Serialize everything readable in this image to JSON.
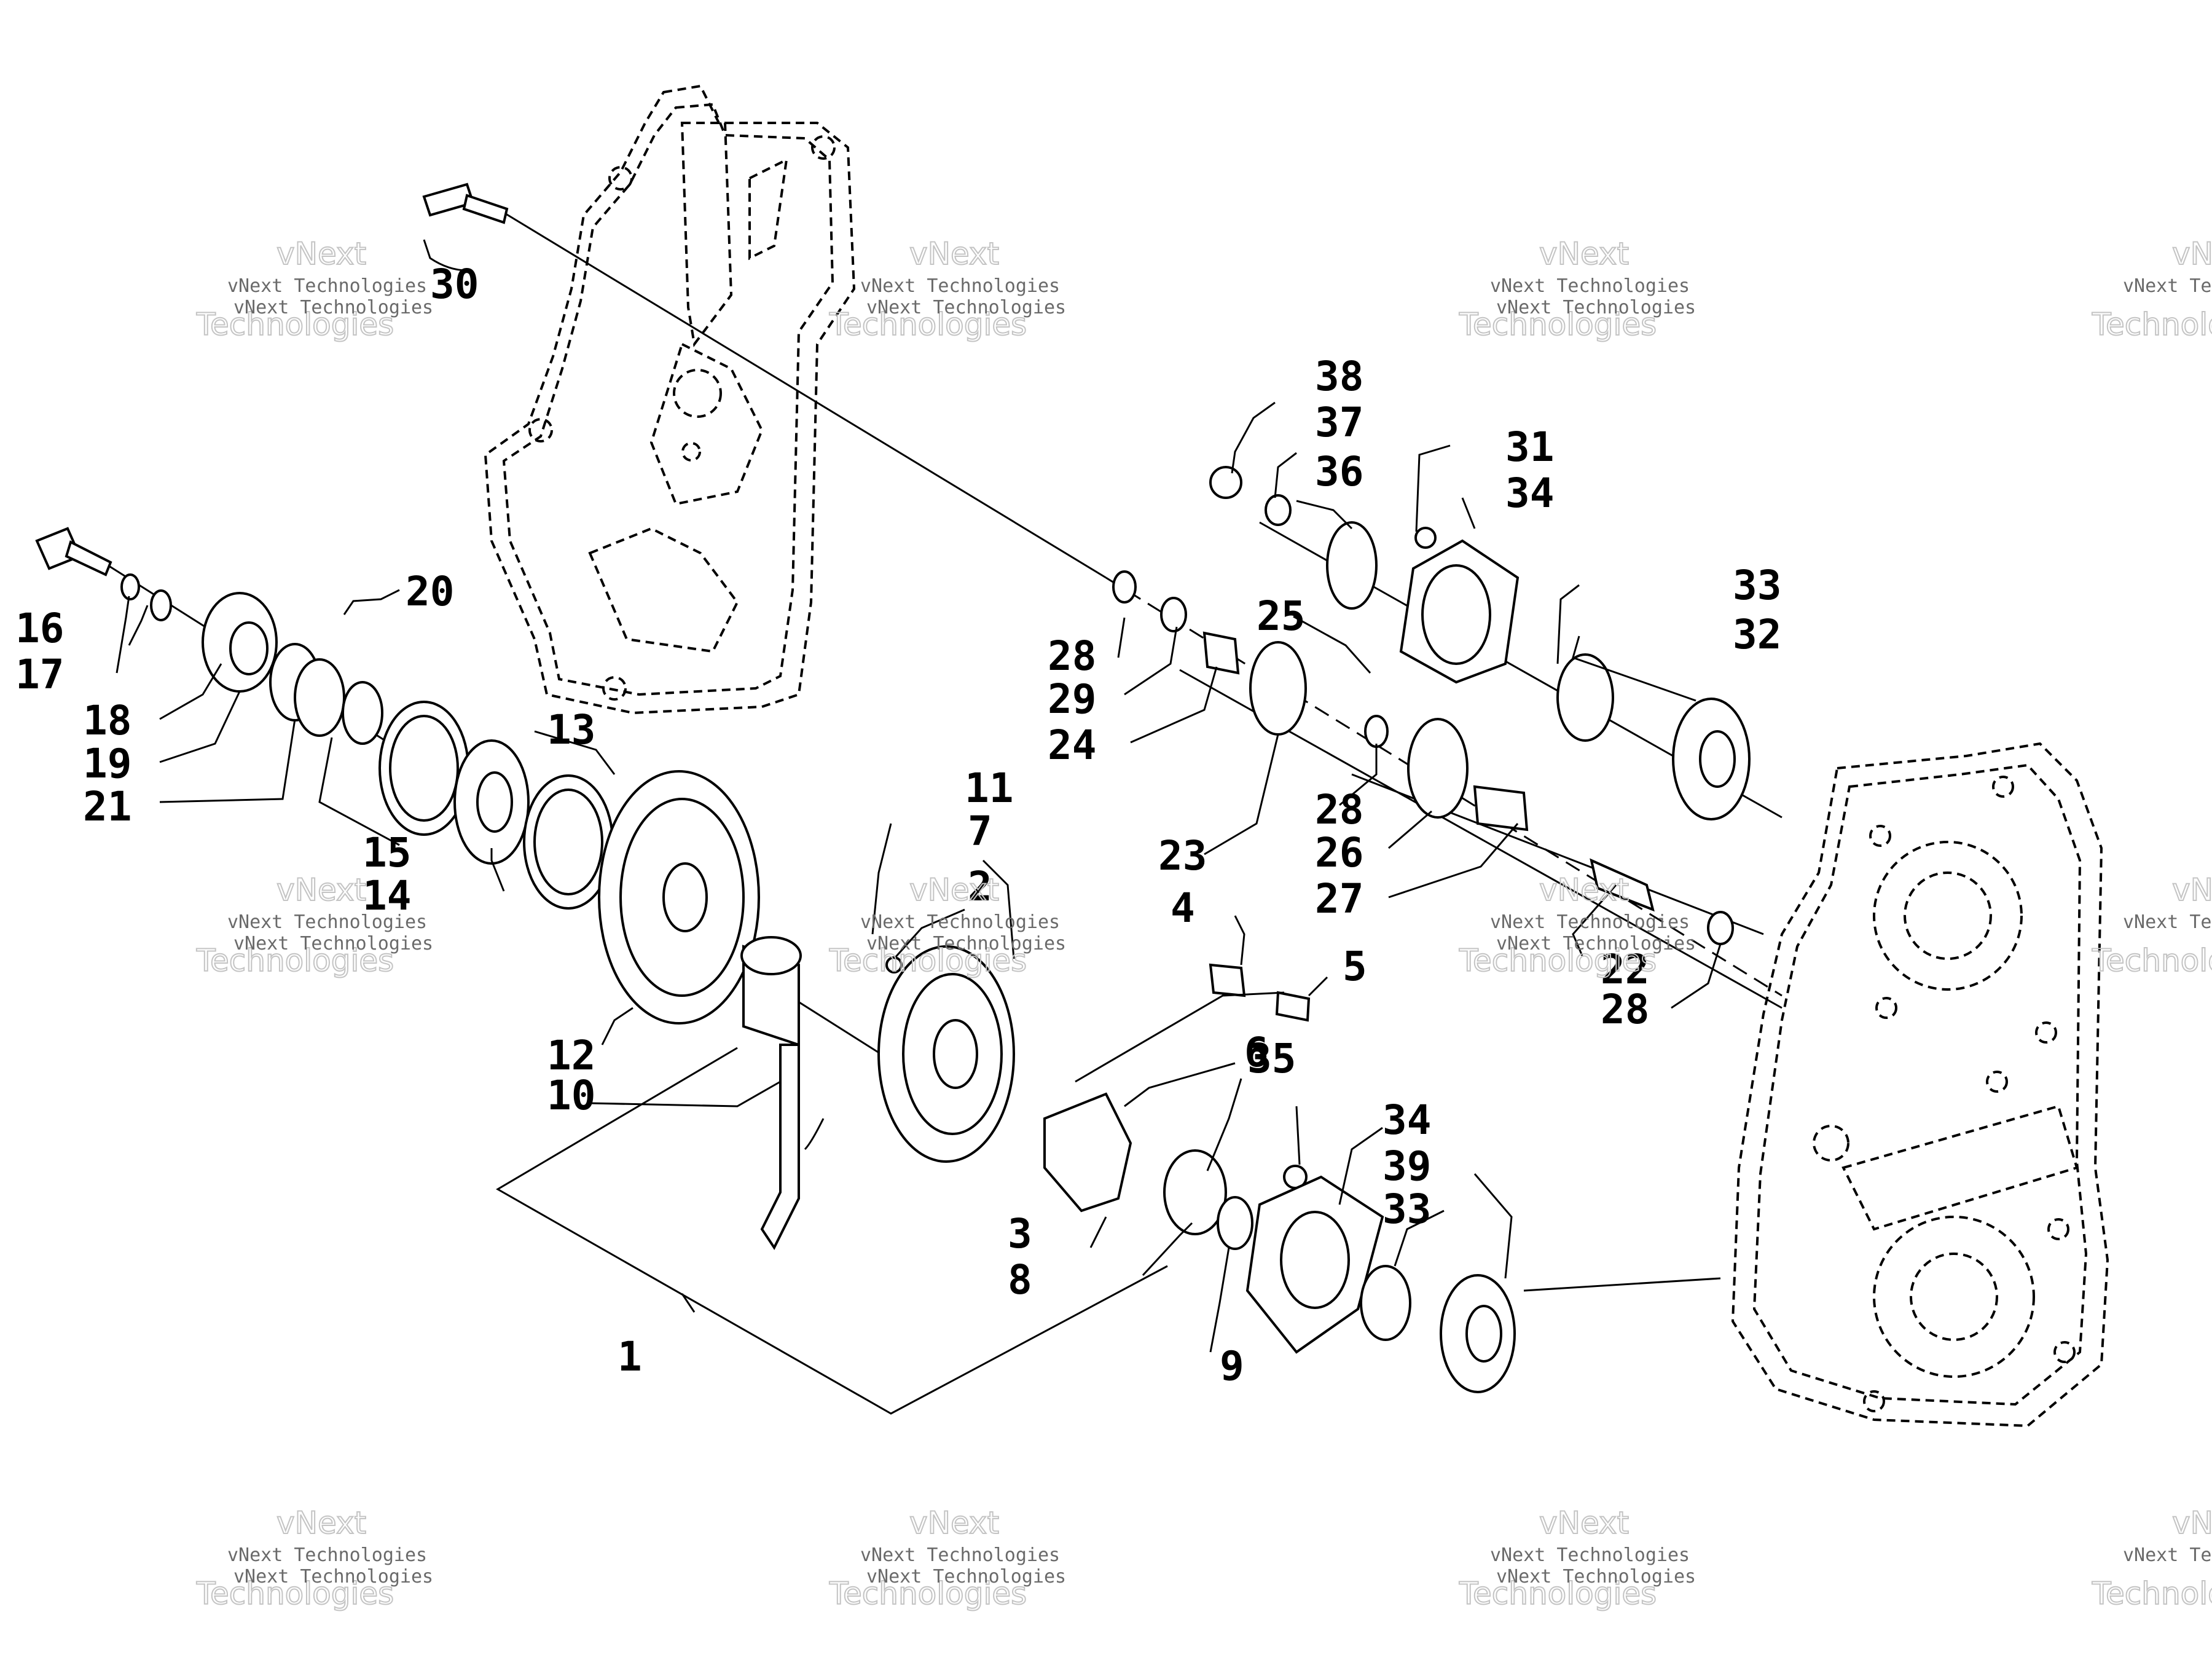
{
  "watermark": {
    "line1": "vNext Technologies",
    "line2": "vNext",
    "line3": "Technologies"
  },
  "callouts": [
    "1",
    "2",
    "3",
    "4",
    "5",
    "6",
    "7",
    "8",
    "9",
    "10",
    "11",
    "12",
    "13",
    "14",
    "15",
    "16",
    "17",
    "18",
    "19",
    "20",
    "21",
    "22",
    "23",
    "24",
    "25",
    "26",
    "27",
    "28",
    "28",
    "28",
    "29",
    "30",
    "31",
    "32",
    "33",
    "33",
    "34",
    "34",
    "35",
    "36",
    "37",
    "38",
    "39"
  ]
}
